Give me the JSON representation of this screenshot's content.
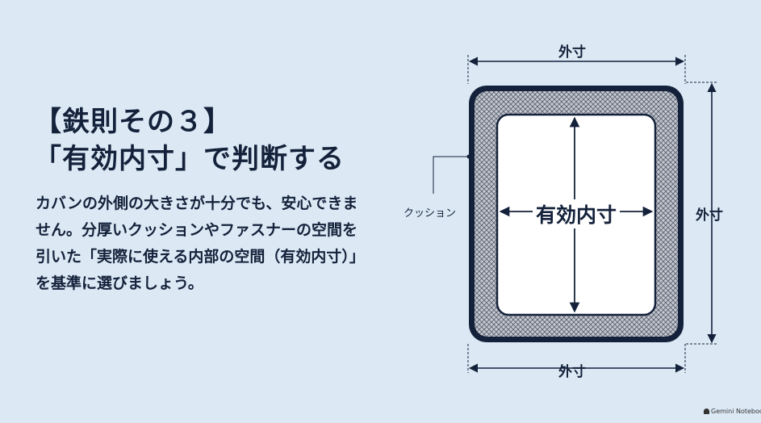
{
  "heading": {
    "line1": "【鉄則その３】",
    "line2": "「有効内寸」で判断する"
  },
  "body": {
    "lines": [
      "カバンの外側の大きさが十分でも、安心できま",
      "せん。分厚いクッションやファスナーの空間を",
      "引いた「実際に使える内部の空間（有効内寸）」",
      "を基準に選びましょう。"
    ]
  },
  "diagram": {
    "outer_top_label": "外寸",
    "outer_bottom_label": "外寸",
    "outer_right_label": "外寸",
    "cushion_label": "クッション",
    "inner_label": "有効内寸"
  },
  "footer": {
    "brand": "Gemini Notebook"
  },
  "colors": {
    "background": "#dce9f5",
    "frame": "#14213a",
    "inner": "#ffffff"
  }
}
